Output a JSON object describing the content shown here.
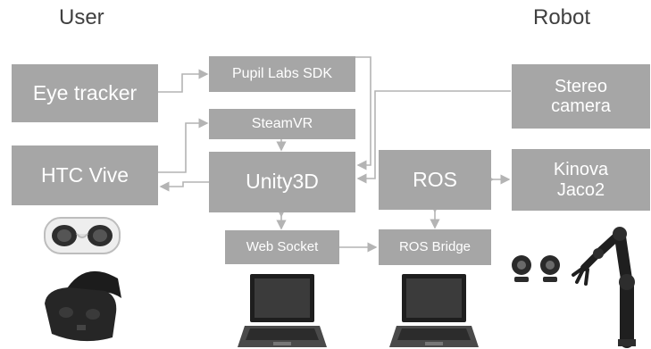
{
  "headers": {
    "user": "User",
    "robot": "Robot"
  },
  "boxes": {
    "eye_tracker": "Eye tracker",
    "htc_vive": "HTC Vive",
    "pupil_labs_sdk": "Pupil Labs SDK",
    "steamvr": "SteamVR",
    "unity3d": "Unity3D",
    "web_socket": "Web Socket",
    "ros": "ROS",
    "ros_bridge": "ROS Bridge",
    "stereo_camera": "Stereo\ncamera",
    "kinova_jaco2": "Kinova\nJaco2"
  },
  "colors": {
    "box": "#a6a6a6",
    "box_text": "#ffffff",
    "connector": "#b4b4b4",
    "header": "#404040"
  },
  "icons": [
    "eye-tracker-insert-icon",
    "vr-headset-icon",
    "laptop-icon",
    "laptop-icon",
    "webcam-icon",
    "webcam-icon",
    "robot-arm-icon"
  ]
}
